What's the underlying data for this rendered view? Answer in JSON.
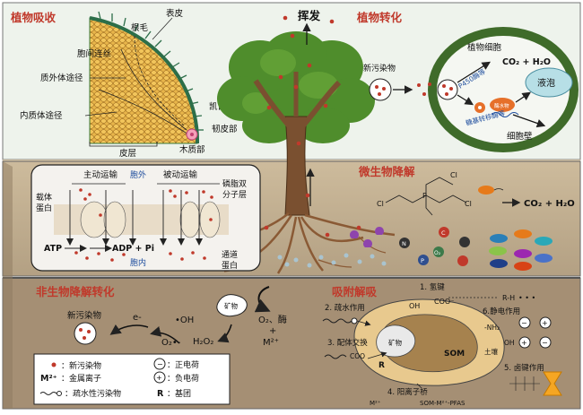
{
  "sections": {
    "plant_uptake": "植物吸收",
    "plant_transform": "植物转化",
    "volatilize": "挥发",
    "microbial": "微生物降解",
    "abiotic": "非生物降解转化",
    "adsorption": "吸附解吸"
  },
  "root": {
    "root_hair": "根毛",
    "epidermis": "表皮",
    "plasmodesmata": "胞间连丝",
    "apoplast": "质外体途径",
    "symplast": "内质体途径",
    "casparian": "凯氏带",
    "endodermis": "韧皮部",
    "xylem": "木质部",
    "cortex": "皮层"
  },
  "cell": {
    "new_pollutant": "新污染物",
    "plant_cell": "植物细胞",
    "p450": "P450酶等",
    "co2_h2o": "CO₂ + H₂O",
    "enzyme_small": "酶水物",
    "gst": "糖基转移酶等",
    "vacuole": "液泡",
    "cell_wall": "细胞壁"
  },
  "transport": {
    "active": "主动运输",
    "passive": "被动运输",
    "outside": "胞外",
    "inside": "胞内",
    "carrier": "载体",
    "protein": "蛋白",
    "atp": "ATP",
    "adp": "ADP + Pi",
    "bilayer1": "磷脂双",
    "bilayer2": "分子层",
    "channel1": "通道",
    "channel2": "蛋白"
  },
  "microbe": {
    "products": "CO₂ + H₂O",
    "cl": "Cl",
    "o": "O",
    "p": "P",
    "n_label": "N",
    "c_label": "C",
    "p_label": "P",
    "o2_label": "O₂"
  },
  "abiotic": {
    "new_pollutant": "新污染物",
    "e": "e-",
    "oh": "•OH",
    "o2": "O₂•-",
    "h2o2": "H₂O₂",
    "mineral": "矿物",
    "o2_enzyme": "O₂、酶",
    "plus": "+",
    "m2": "M²⁺"
  },
  "adsorb": {
    "h_bond": "1. 氢键",
    "hydrophobic": "2. 疏水作用",
    "ligand": "3. 配体交换",
    "cation_bridge": "4. 阳离子桥",
    "hal_bond": "5. 卤键作用",
    "electrostatic": "6.静电作用",
    "oh": "OH",
    "coo": "COO⁻",
    "r_h": "R-H",
    "nh2": "-NH₂",
    "som": "SOM",
    "soil": "土壤",
    "mineral": "矿物",
    "r_label": "R",
    "coo2": "COO",
    "m2": "M²⁺",
    "som_pfas": "SOM-M²⁺-PFAS"
  },
  "legend": {
    "new_pollutant": "：新污染物",
    "positive": "：正电荷",
    "metal": "：金属离子",
    "negative": "：负电荷",
    "hydrophobic": "：疏水性污染物",
    "group": "：基团",
    "m2": "M²⁺",
    "r": "R",
    "minus_sym": "−",
    "plus_sym": "+"
  },
  "colors": {
    "sky": "#eef4ee",
    "soil_top": "#cbb89a",
    "soil_mid": "#a8937a",
    "soil_bottom": "#a08b71",
    "red": "#c0392b",
    "leaf": "#4a8a2a",
    "trunk": "#7a5030",
    "cell_green": "#3f6b2a"
  }
}
